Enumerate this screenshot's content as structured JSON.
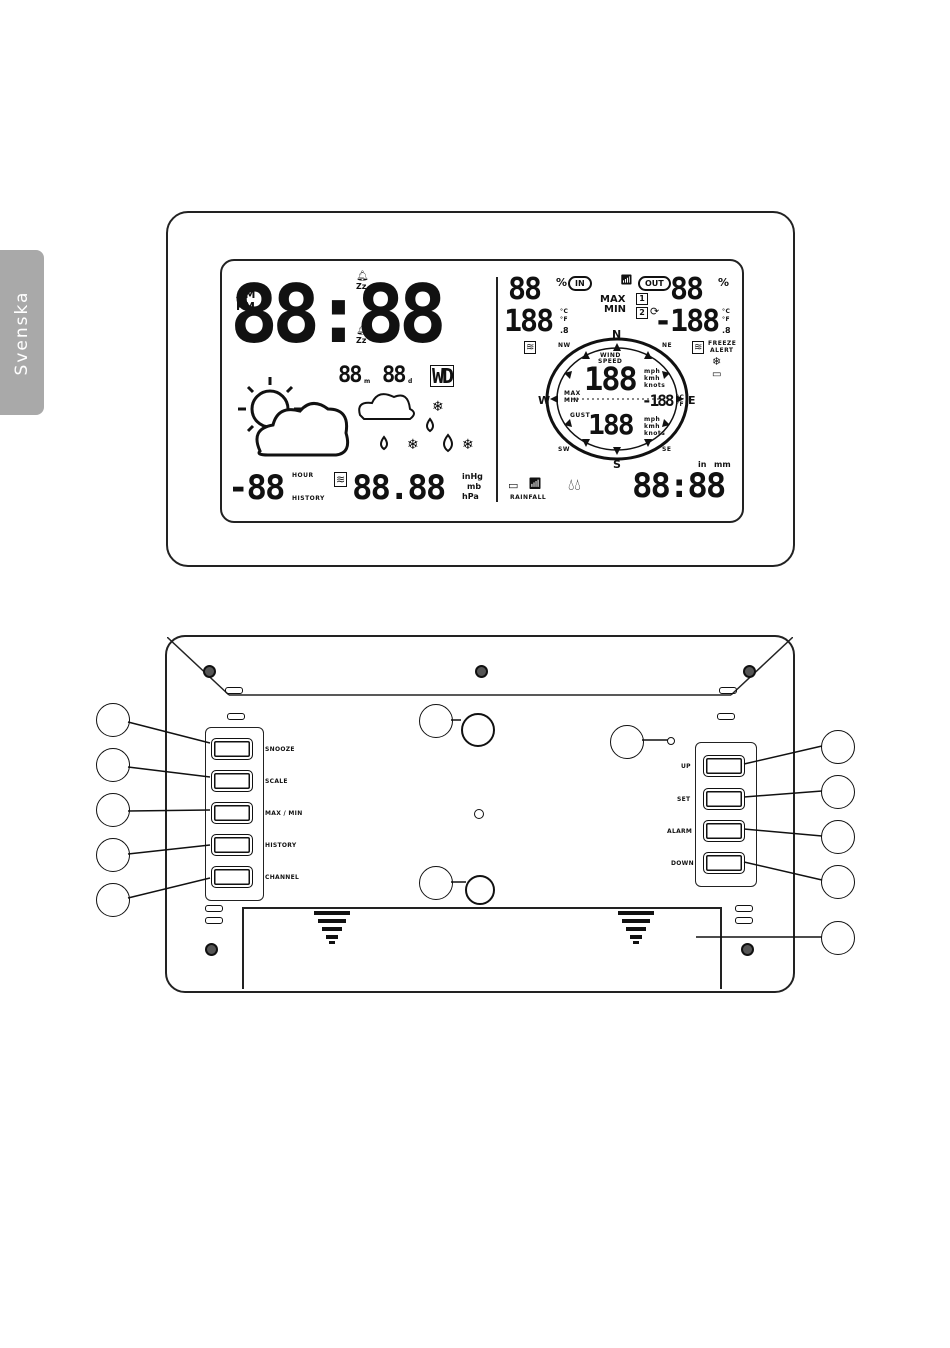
{
  "side_tab": {
    "label": "Svenska"
  },
  "front_display": {
    "clock": {
      "ampm_top": "AM",
      "ampm_bottom": "PM",
      "time": "88:88",
      "snooze_1": "Zz",
      "snooze_2": "Zz"
    },
    "date": {
      "day": "88",
      "day_suffix": "m",
      "month": "88",
      "month_suffix": "d",
      "weekday": "WD"
    },
    "pressure_history": {
      "value": "-88",
      "hour_label": "HOUR",
      "history_label": "HISTORY"
    },
    "pressure": {
      "value": "88.88",
      "unit_1": "inHg",
      "unit_2": "mb",
      "unit_3": "hPa"
    },
    "indoor": {
      "humidity": "88",
      "humidity_unit": "%",
      "badge": "IN",
      "temp": "188",
      "temp_unit": "°C",
      "temp_unit2": "°F",
      "temp_decimal": ".8"
    },
    "outdoor": {
      "humidity": "88",
      "humidity_unit": "%",
      "badge": "OUT",
      "temp": "-188",
      "temp_unit": "°C",
      "temp_unit2": "°F",
      "temp_decimal": ".8",
      "max_label": "MAX",
      "min_label": "MIN",
      "channel_1": "1",
      "channel_2": "2",
      "freeze_1": "FREEZE",
      "freeze_2": "ALERT"
    },
    "wind": {
      "n": "N",
      "ne": "NE",
      "e": "E",
      "se": "SE",
      "s": "S",
      "sw": "SW",
      "w": "W",
      "nw": "NW",
      "speed_label_1": "WIND",
      "speed_label_2": "SPEED",
      "speed": "188",
      "units": [
        "mph",
        "kmh",
        "knots"
      ],
      "max_label": "MAX",
      "min_label": "MIN",
      "temp": "-188",
      "temp_unit": "°C",
      "temp_unit2": "°F",
      "gust_label": "GUST",
      "gust": "188",
      "gust_units": [
        "mph",
        "kmh",
        "knots"
      ]
    },
    "rain": {
      "label": "RAINFALL",
      "value": "88:88",
      "unit_in": "in",
      "unit_mm": "mm"
    }
  },
  "back_panel": {
    "left_buttons": [
      "SNOOZE",
      "SCALE",
      "MAX / MIN",
      "HISTORY",
      "CHANNEL"
    ],
    "right_buttons": [
      "UP",
      "SET",
      "ALARM",
      "DOWN"
    ]
  }
}
